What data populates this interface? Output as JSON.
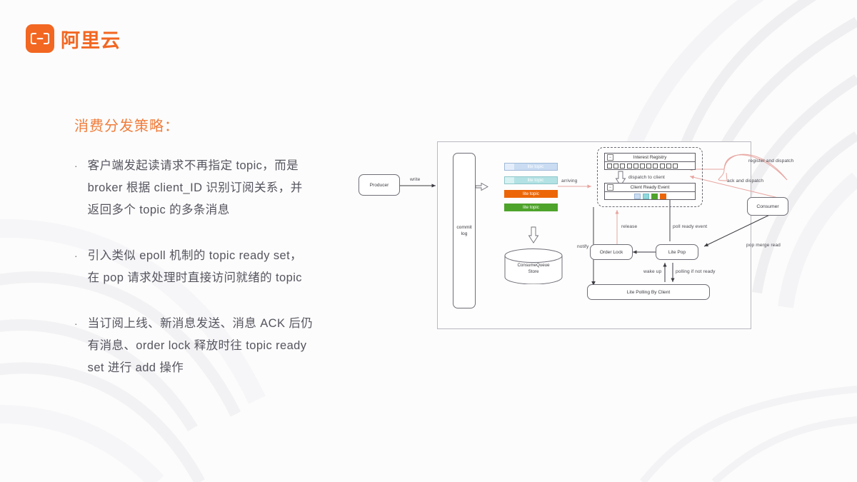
{
  "brand": {
    "name": "阿里云",
    "logo_icon": "aliyun-logo-icon",
    "color": "#F26722"
  },
  "slide": {
    "heading": "消费分发策略：",
    "heading_color": "#F07C3A",
    "bullets": [
      {
        "marker": "·",
        "lines": [
          "客户端发起读请求不再指定 topic，而是",
          "broker 根据 client_ID 识别订阅关系，并",
          "返回多个 topic 的多条消息"
        ]
      },
      {
        "marker": "·",
        "lines": [
          "引入类似 epoll 机制的 topic ready set，",
          "在 pop 请求处理时直接访问就绪的 topic"
        ]
      },
      {
        "marker": "·",
        "lines": [
          "当订阅上线、新消息发送、消息 ACK 后仍",
          "有消息、order lock 释放时往 topic ready",
          "set 进行 add 操作"
        ]
      }
    ]
  },
  "diagram": {
    "nodes": {
      "producer": "Producer",
      "commit_log_line1": "commit",
      "commit_log_line2": "log",
      "consume_queue_line1": "ConsumeQueue",
      "consume_queue_line2": "Store",
      "interest_registry": "Interest Registry",
      "client_ready_event": "Client Ready Event",
      "order_lock": "Order Lock",
      "lite_pop": "Lite Pop",
      "lite_polling": "Lite Polling By Client",
      "consumer": "Consumer"
    },
    "edge_labels": {
      "write": "write",
      "arriving": "arriving",
      "dispatch_to_client": "dispatch to client",
      "register_and_dispatch": "register and dispatch",
      "ack_and_dispatch": "ack and dispatch",
      "pop_merge_read": "pop merge read",
      "poll_ready_event": "poll ready event",
      "release": "release",
      "notify": "notify",
      "wake_up": "wake up",
      "polling_if_not_ready": "polling if not ready"
    },
    "topics": [
      {
        "label": "lite topic",
        "color": "#c9dcf2",
        "cap": "#e4eefb",
        "text": "#ffffff"
      },
      {
        "label": "lite topic",
        "color": "#b3e2e4",
        "cap": "#d8f1f2",
        "text": "#ffffff"
      },
      {
        "label": "lite topic",
        "color": "#ec6608",
        "cap": "#ec6608",
        "text": "#ffffff"
      },
      {
        "label": "lite topic",
        "color": "#4ea32a",
        "cap": "#4ea32a",
        "text": "#ffffff"
      }
    ],
    "interest_registry_slots": 11,
    "client_ready_swatches": [
      "#c9dcf2",
      "#8fd8dc",
      "#4ea32a",
      "#ec6608"
    ],
    "arrow_color_red": "#e8a5a0",
    "arrow_color_dark": "#3b3b42"
  }
}
